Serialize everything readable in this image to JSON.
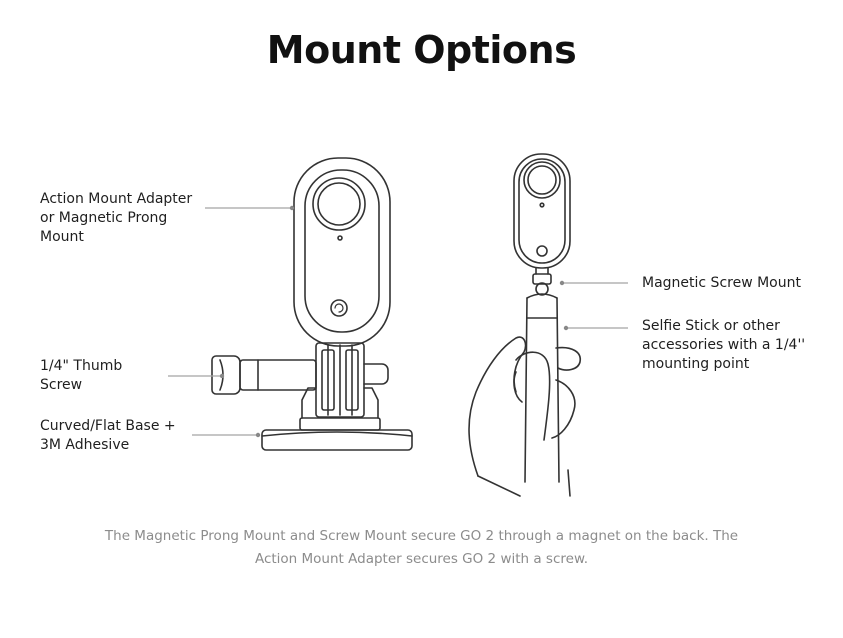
{
  "title": "Mount Options",
  "labels": {
    "action_mount_1": "Action Mount Adapter",
    "action_mount_2": "or Magnetic Prong",
    "action_mount_3": "Mount",
    "thumb_screw_1": "1/4\" Thumb",
    "thumb_screw_2": "Screw",
    "base_1": "Curved/Flat Base +",
    "base_2": "3M Adhesive",
    "magnetic_screw": "Magnetic Screw Mount",
    "selfie_1": "Selfie Stick or other",
    "selfie_2": "accessories with a 1/4''",
    "selfie_3": "mounting point"
  },
  "caption": {
    "line1": "The Magnetic Prong Mount and Screw Mount secure GO 2 through a magnet on the back. The",
    "line2": "Action Mount Adapter secures GO 2 with a screw."
  },
  "colors": {
    "line": "#333333",
    "leader": "#999999",
    "text": "#1f1f1f",
    "caption": "#8c8c8c"
  }
}
